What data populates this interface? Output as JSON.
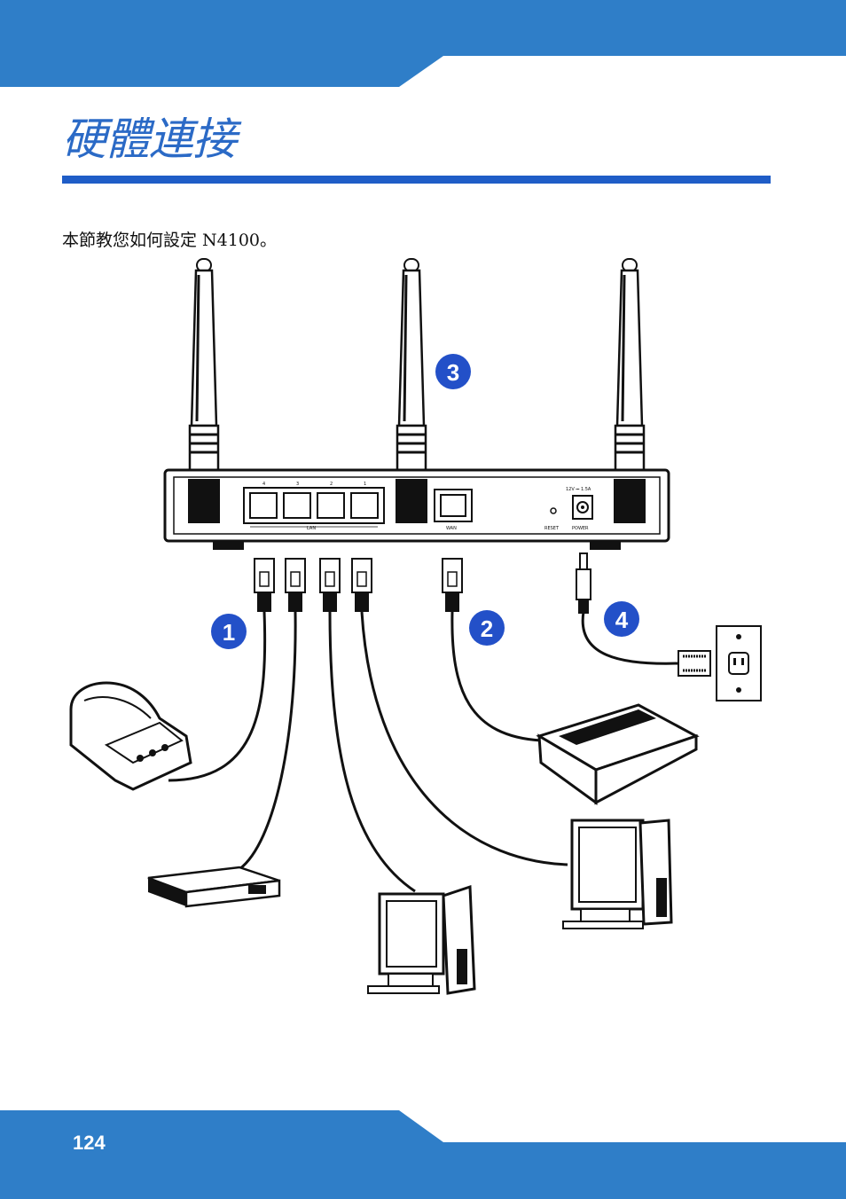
{
  "page": {
    "title": "硬體連接",
    "intro": "本節教您如何設定 N4100。",
    "page_number": "124",
    "colors": {
      "band": "#2f7ec8",
      "title": "#2b6ac6",
      "rule": "#1f5dc7",
      "badge": "#2350c8"
    }
  },
  "diagram": {
    "callouts": [
      "1",
      "2",
      "3",
      "4"
    ],
    "router_labels": {
      "lan_port_numbers": [
        "4",
        "3",
        "2",
        "1"
      ],
      "lan": "LAN",
      "wan": "WAN",
      "reset": "RESET",
      "power": "POWER",
      "power_rating": "12V ⎓ 1.5A"
    },
    "devices": [
      "printer-icon",
      "switch-icon",
      "computer-icon",
      "computer-icon",
      "modem-icon",
      "power-outlet-icon"
    ]
  }
}
